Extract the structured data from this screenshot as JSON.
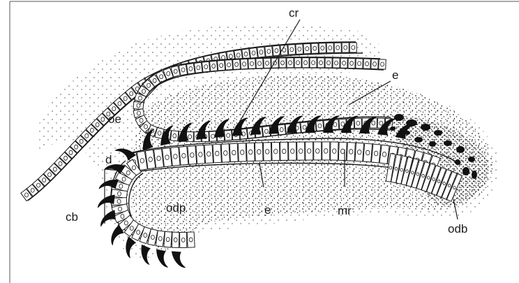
{
  "labels": {
    "cr": "cr",
    "e_top": "e",
    "oe": "oe",
    "d": "d",
    "cb": "cb",
    "odp": "odp",
    "e_bottom": "e",
    "mr": "mr",
    "odb": "odb"
  },
  "colors": {
    "ink": "#1a1a1a",
    "paper": "#ffffff",
    "teeth": "#111111"
  }
}
